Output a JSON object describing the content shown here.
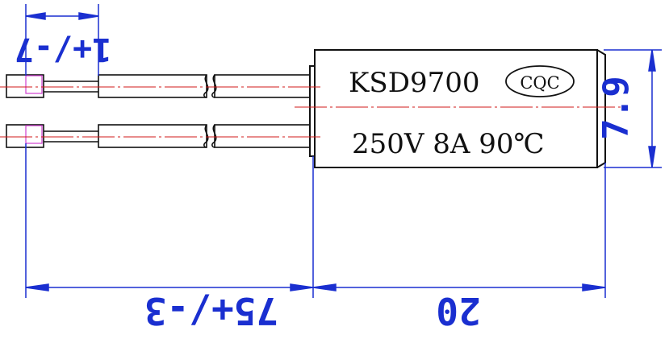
{
  "part": {
    "model": "KSD9700",
    "cert_mark": "CQC",
    "rating_line": "250V 8A 90℃"
  },
  "dimensions": {
    "lead_stub": "1+/-7",
    "lead_length": "75+/-3",
    "body_length": "20",
    "body_height": "7.9"
  },
  "colors": {
    "outline": "#111111",
    "dimension": "#1a2fd0",
    "centerline": "#d01818",
    "terminal_marker": "#d040d0"
  }
}
